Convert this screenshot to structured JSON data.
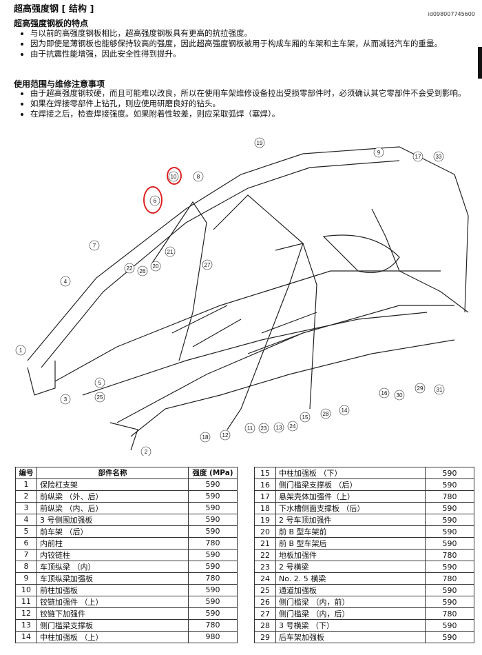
{
  "title": "超高强度钢 [ 结构 ]",
  "doc_id": "id098007745600",
  "section1": {
    "heading": "超高强度钢板的特点",
    "bullets": [
      "与以前的高强度钢板相比，超高强度钢板具有更高的抗拉强度。",
      "因为即使是薄钢板也能够保持较高的强度，因此超高强度钢板被用于构成车厢的车架和主车架，从而减轻汽车的重量。",
      "由于抗震性能增强，因此安全性得到提升。"
    ]
  },
  "section2": {
    "heading": "使用范围与维修注意事项",
    "bullets": [
      "由于超高强度钢较硬，而且可能难以改良，所以在使用车架维修设备拉出受损零部件时，必须确认其它零部件不会受到影响。",
      "如果在焊接零部件上钻孔，则应使用研磨良好的钻头。",
      "在焊接之后，检查焊接强度。如果附着性较差，则应采取弧焊（塞焊）。"
    ]
  },
  "diagram": {
    "callouts": [
      "19",
      "9",
      "17",
      "33",
      "10",
      "8",
      "6",
      "7",
      "4",
      "22",
      "26",
      "20",
      "21",
      "27",
      "1",
      "3",
      "5",
      "25",
      "2",
      "18",
      "12",
      "11",
      "23",
      "13",
      "24",
      "15",
      "28",
      "14",
      "16",
      "30",
      "29",
      "31"
    ]
  },
  "table": {
    "headers": {
      "num": "编号",
      "name": "部件名称",
      "strength": "强度 (MPa)"
    },
    "rows": [
      [
        "1",
        "保险杠支架",
        "590"
      ],
      [
        "2",
        "前纵梁 （外、后）",
        "590"
      ],
      [
        "3",
        "前纵梁 （内、后）",
        "590"
      ],
      [
        "4",
        "3 号侧围加强板",
        "590"
      ],
      [
        "5",
        "前车架 （后）",
        "590"
      ],
      [
        "6",
        "内前柱",
        "780"
      ],
      [
        "7",
        "内铰链柱",
        "590"
      ],
      [
        "8",
        "车顶纵梁 （内）",
        "590"
      ],
      [
        "9",
        "车顶纵梁加强板",
        "780"
      ],
      [
        "10",
        "前柱加强板",
        "590"
      ],
      [
        "11",
        "铰链加强件 （上）",
        "590"
      ],
      [
        "12",
        "铰链下加强件",
        "590"
      ],
      [
        "13",
        "侧门槛梁支撑板",
        "780"
      ],
      [
        "14",
        "中柱加强板 （上）",
        "980"
      ],
      [
        "15",
        "中柱加强板 （下）",
        "590"
      ],
      [
        "16",
        "侧门槛梁支撑板 （后）",
        "590"
      ],
      [
        "17",
        "悬架壳体加强件（上）",
        "780"
      ],
      [
        "18",
        "下水槽侧面支撑板 （后）",
        "590"
      ],
      [
        "19",
        "2 号车顶加强件",
        "590"
      ],
      [
        "20",
        "前 B 型车架前",
        "590"
      ],
      [
        "21",
        "前 B 型车架后",
        "590"
      ],
      [
        "22",
        "地板加强件",
        "780"
      ],
      [
        "23",
        "2 号横梁",
        "590"
      ],
      [
        "24",
        "No. 2. 5 横梁",
        "780"
      ],
      [
        "25",
        "通道加强板",
        "590"
      ],
      [
        "26",
        "侧门槛梁 （内，前）",
        "590"
      ],
      [
        "27",
        "侧门槛梁 （内，后）",
        "780"
      ],
      [
        "28",
        "3 号横梁 （下）",
        "590"
      ],
      [
        "29",
        "后车架加强板",
        "590"
      ]
    ]
  }
}
